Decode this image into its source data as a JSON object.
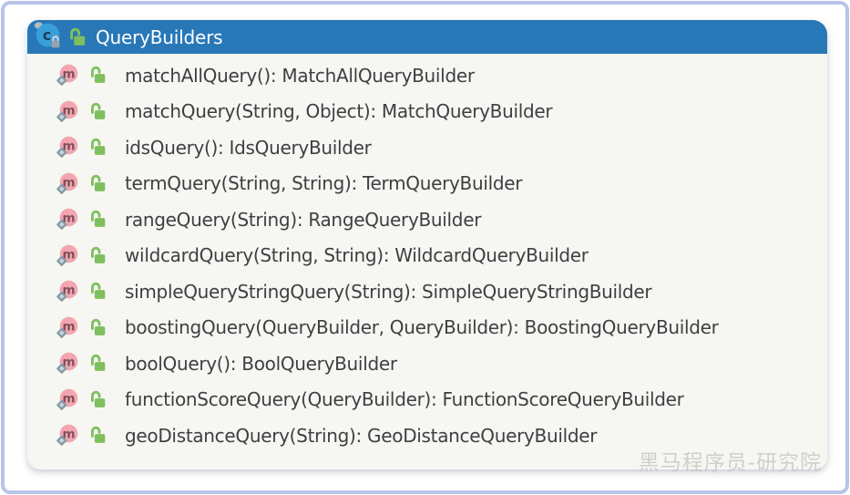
{
  "panel": {
    "header": {
      "title": "QueryBuilders",
      "class_icon_letter": "c"
    },
    "method_icon_letter": "m",
    "methods": [
      "matchAllQuery(): MatchAllQueryBuilder",
      "matchQuery(String, Object): MatchQueryBuilder",
      "idsQuery(): IdsQueryBuilder",
      "termQuery(String, String): TermQueryBuilder",
      "rangeQuery(String): RangeQueryBuilder",
      "wildcardQuery(String, String): WildcardQueryBuilder",
      "simpleQueryStringQuery(String): SimpleQueryStringBuilder",
      "boostingQuery(QueryBuilder, QueryBuilder): BoostingQueryBuilder",
      "boolQuery(): BoolQueryBuilder",
      "functionScoreQuery(QueryBuilder): FunctionScoreQueryBuilder",
      "geoDistanceQuery(String): GeoDistanceQueryBuilder"
    ]
  },
  "watermark": "黑马程序员-研究院",
  "colors": {
    "header_bar": "#2878b8",
    "class_icon_circle": "#389fd9",
    "method_icon_circle": "#f2a6b1",
    "method_icon_letter": "#82505c",
    "public_lock_green": "#7fbf5d",
    "static_diamond": "#8198a9",
    "frame_border": "#b9c4e9",
    "body_background": "#f6f7f2",
    "row_text": "#3d3f42",
    "watermark_gray": "#c5c7c3"
  }
}
